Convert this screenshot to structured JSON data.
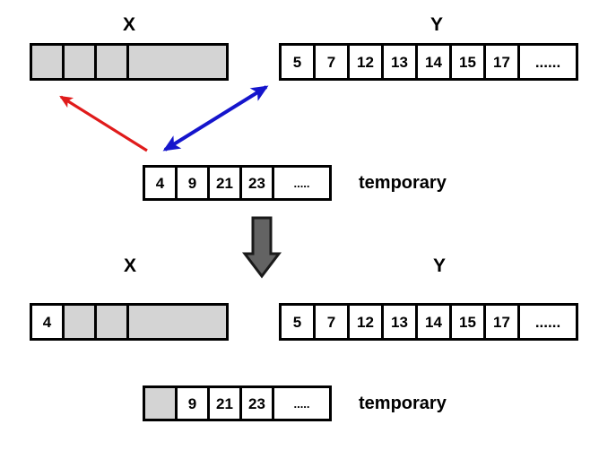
{
  "diagram": {
    "title_top_left": "X",
    "title_top_right": "Y",
    "title_bottom_left": "X",
    "title_bottom_right": "Y",
    "temporary_label_top": "temporary",
    "temporary_label_bottom": "temporary",
    "colors": {
      "gray_fill": "#d4d4d4",
      "border": "#000000",
      "red_arrow": "#e01b1b",
      "blue_arrow": "#1515cc",
      "block_arrow_fill": "#636363",
      "block_arrow_stroke": "#1a1a1a",
      "background": "#ffffff"
    },
    "arrays": {
      "x_top": {
        "label": "X",
        "cells": [
          {
            "value": "",
            "filled": true
          },
          {
            "value": "",
            "filled": true
          },
          {
            "value": "",
            "filled": true
          },
          {
            "value": "",
            "filled": true
          }
        ]
      },
      "y_top": {
        "label": "Y",
        "cells": [
          {
            "value": "5",
            "filled": false
          },
          {
            "value": "7",
            "filled": false
          },
          {
            "value": "12",
            "filled": false
          },
          {
            "value": "13",
            "filled": false
          },
          {
            "value": "14",
            "filled": false
          },
          {
            "value": "15",
            "filled": false
          },
          {
            "value": "17",
            "filled": false
          },
          {
            "value": "......",
            "filled": false
          }
        ]
      },
      "temp_top": {
        "label": "temporary",
        "cells": [
          {
            "value": "4",
            "filled": false
          },
          {
            "value": "9",
            "filled": false
          },
          {
            "value": "21",
            "filled": false
          },
          {
            "value": "23",
            "filled": false
          },
          {
            "value": ".....",
            "filled": false
          }
        ]
      },
      "x_bottom": {
        "label": "X",
        "cells": [
          {
            "value": "4",
            "filled": false
          },
          {
            "value": "",
            "filled": true
          },
          {
            "value": "",
            "filled": true
          },
          {
            "value": "",
            "filled": true
          }
        ]
      },
      "y_bottom": {
        "label": "Y",
        "cells": [
          {
            "value": "5",
            "filled": false
          },
          {
            "value": "7",
            "filled": false
          },
          {
            "value": "12",
            "filled": false
          },
          {
            "value": "13",
            "filled": false
          },
          {
            "value": "14",
            "filled": false
          },
          {
            "value": "15",
            "filled": false
          },
          {
            "value": "17",
            "filled": false
          },
          {
            "value": "......",
            "filled": false
          }
        ]
      },
      "temp_bottom": {
        "label": "temporary",
        "cells": [
          {
            "value": "",
            "filled": true
          },
          {
            "value": "9",
            "filled": false
          },
          {
            "value": "21",
            "filled": false
          },
          {
            "value": "23",
            "filled": false
          },
          {
            "value": ".....",
            "filled": false
          }
        ]
      }
    },
    "arrows": {
      "red": {
        "name": "copy-to-x-arrow",
        "heads": "single"
      },
      "blue": {
        "name": "compare-temp-y-arrow",
        "heads": "double"
      },
      "block_down": {
        "name": "step-down-arrow",
        "heads": "single"
      }
    }
  }
}
